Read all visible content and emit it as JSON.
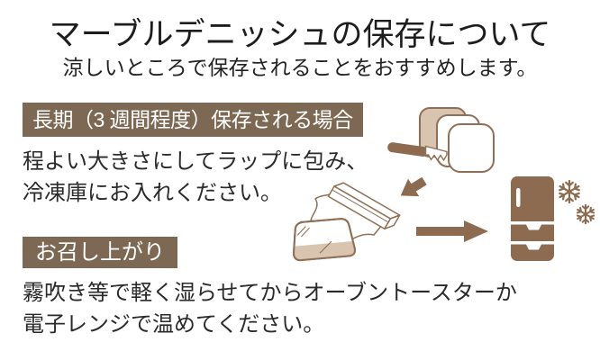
{
  "title": "マーブルデニッシュの保存について",
  "subtitle": "涼しいところで保存されることをおすすめします。",
  "sections": [
    {
      "heading": "長期（3 週間程度）保存される場合",
      "line1": "程よい大きさにしてラップに包み、",
      "line2": "冷凍庫にお入れください。"
    },
    {
      "heading": "お召し上がり",
      "line1": "霧吹き等で軽く湿らせてからオーブントースターか",
      "line2": "電子レンジで温めてください。"
    }
  ],
  "illustration_items": [
    "sliced-bread-with-knife",
    "arrow-down-left",
    "plastic-wrap-box",
    "wrapped-bread-slice",
    "arrow-right",
    "refrigerator",
    "snowflakes"
  ],
  "colors": {
    "heading_bg": "#7d6953",
    "heading_text": "#ffffff",
    "body_text": "#2a2a2a",
    "illustration_line": "#8f6f55",
    "illustration_solid": "#8d6b50",
    "illustration_tan": "#d9c4b0"
  }
}
